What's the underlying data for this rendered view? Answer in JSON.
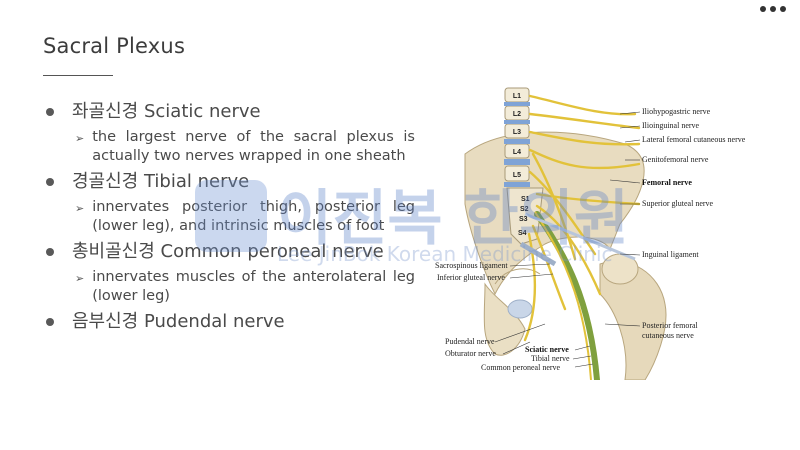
{
  "slide": {
    "title": "Sacral Plexus",
    "bullets": [
      {
        "text": "좌골신경 Sciatic nerve",
        "sub": [
          "the largest nerve of the sacral plexus is actually two nerves wrapped in one sheath"
        ]
      },
      {
        "text": "경골신경 Tibial nerve",
        "sub": [
          "innervates posterior thigh, posterior leg (lower leg), and intrinsic muscles of foot"
        ]
      },
      {
        "text": "총비골신경 Common peroneal nerve",
        "sub": [
          "innervates muscles of the anterolateral leg (lower leg)"
        ]
      },
      {
        "text": "음부신경 Pudendal nerve",
        "sub": []
      }
    ]
  },
  "figure": {
    "vertebrae": [
      "L1",
      "L2",
      "L3",
      "L4",
      "L5"
    ],
    "sacral": [
      "S1",
      "S2",
      "S3",
      "S4"
    ],
    "labels_right": {
      "iliohypogastric": "Iliohypogastric nerve",
      "ilioinguinal": "Ilioinguinal nerve",
      "lateral_femoral": "Lateral femoral cutaneous nerve",
      "genitofemoral": "Genitofemoral nerve",
      "femoral": "Femoral nerve",
      "superior_gluteal": "Superior gluteal nerve",
      "inguinal_ligament": "Inguinal ligament",
      "posterior_femoral_1": "Posterior femoral",
      "posterior_femoral_2": "cutaneous nerve"
    },
    "labels_left": {
      "sacrospinous": "Sacrospinous ligament",
      "inferior_gluteal": "Inferior gluteal nerve",
      "pudendal": "Pudendal nerve",
      "obturator": "Obturator nerve",
      "sciatic": "Sciatic nerve",
      "tibial": "Tibial nerve",
      "common_peroneal": "Common peroneal nerve"
    }
  },
  "watermark": {
    "korean": "이진복 한의원",
    "english": "Lee JinBok Korean Medicine Clinic"
  },
  "icons": {
    "menu": "more-dots-icon",
    "bullet": "bullet-dot-icon",
    "sub_bullet": "arrow-bullet-icon"
  }
}
